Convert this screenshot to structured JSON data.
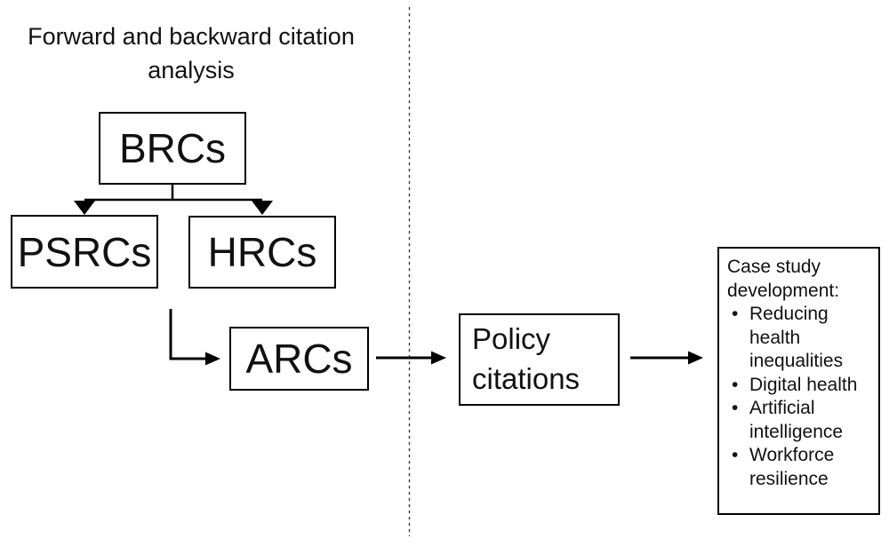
{
  "diagram": {
    "title_lines": [
      "Forward and backward citation",
      "analysis"
    ],
    "nodes": {
      "brcs": {
        "label": "BRCs"
      },
      "psrcs": {
        "label": "PSRCs"
      },
      "hrcs": {
        "label": "HRCs"
      },
      "arcs": {
        "label": "ARCs"
      },
      "policy": {
        "label": "Policy citations"
      },
      "case_study": {
        "heading": "Case study development:",
        "bullets": [
          "Reducing health inequalities",
          "Digital health",
          "Artificial intelligence",
          "Workforce resilience"
        ]
      }
    },
    "colors": {
      "ink": "#000000",
      "background": "#ffffff",
      "divider": "#3a3a3a"
    }
  }
}
